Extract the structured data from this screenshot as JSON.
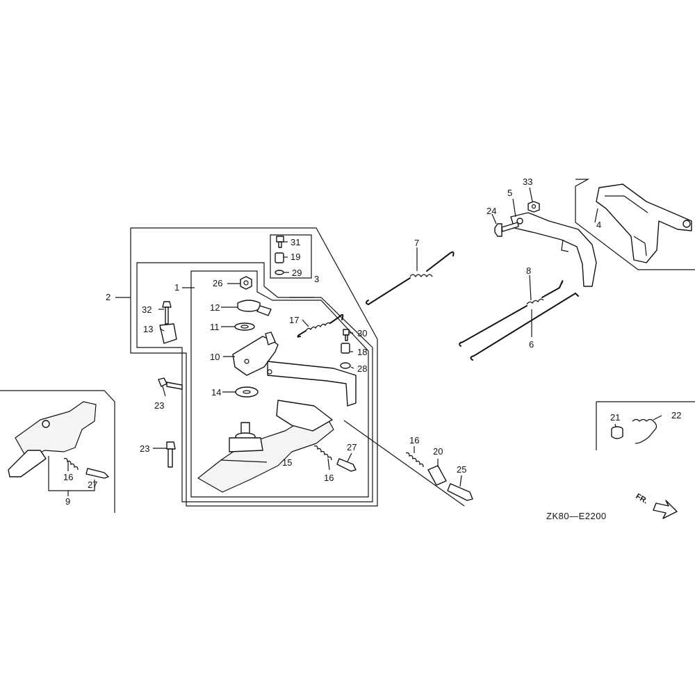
{
  "diagram_code": "ZK80—E2200",
  "direction_label": "FR.",
  "callouts": {
    "c1": "1",
    "c2": "2",
    "c3": "3",
    "c4": "4",
    "c5": "5",
    "c6": "6",
    "c7": "7",
    "c8": "8",
    "c9": "9",
    "c10": "10",
    "c11": "11",
    "c12": "12",
    "c13": "13",
    "c14": "14",
    "c15": "15",
    "c16": "16",
    "c17": "17",
    "c18": "18",
    "c19": "19",
    "c20": "20",
    "c21": "21",
    "c22": "22",
    "c23": "23",
    "c24": "24",
    "c25": "25",
    "c26": "26",
    "c27": "27",
    "c28": "28",
    "c29": "29",
    "c30": "30",
    "c31": "31",
    "c32": "32",
    "c33": "33"
  }
}
